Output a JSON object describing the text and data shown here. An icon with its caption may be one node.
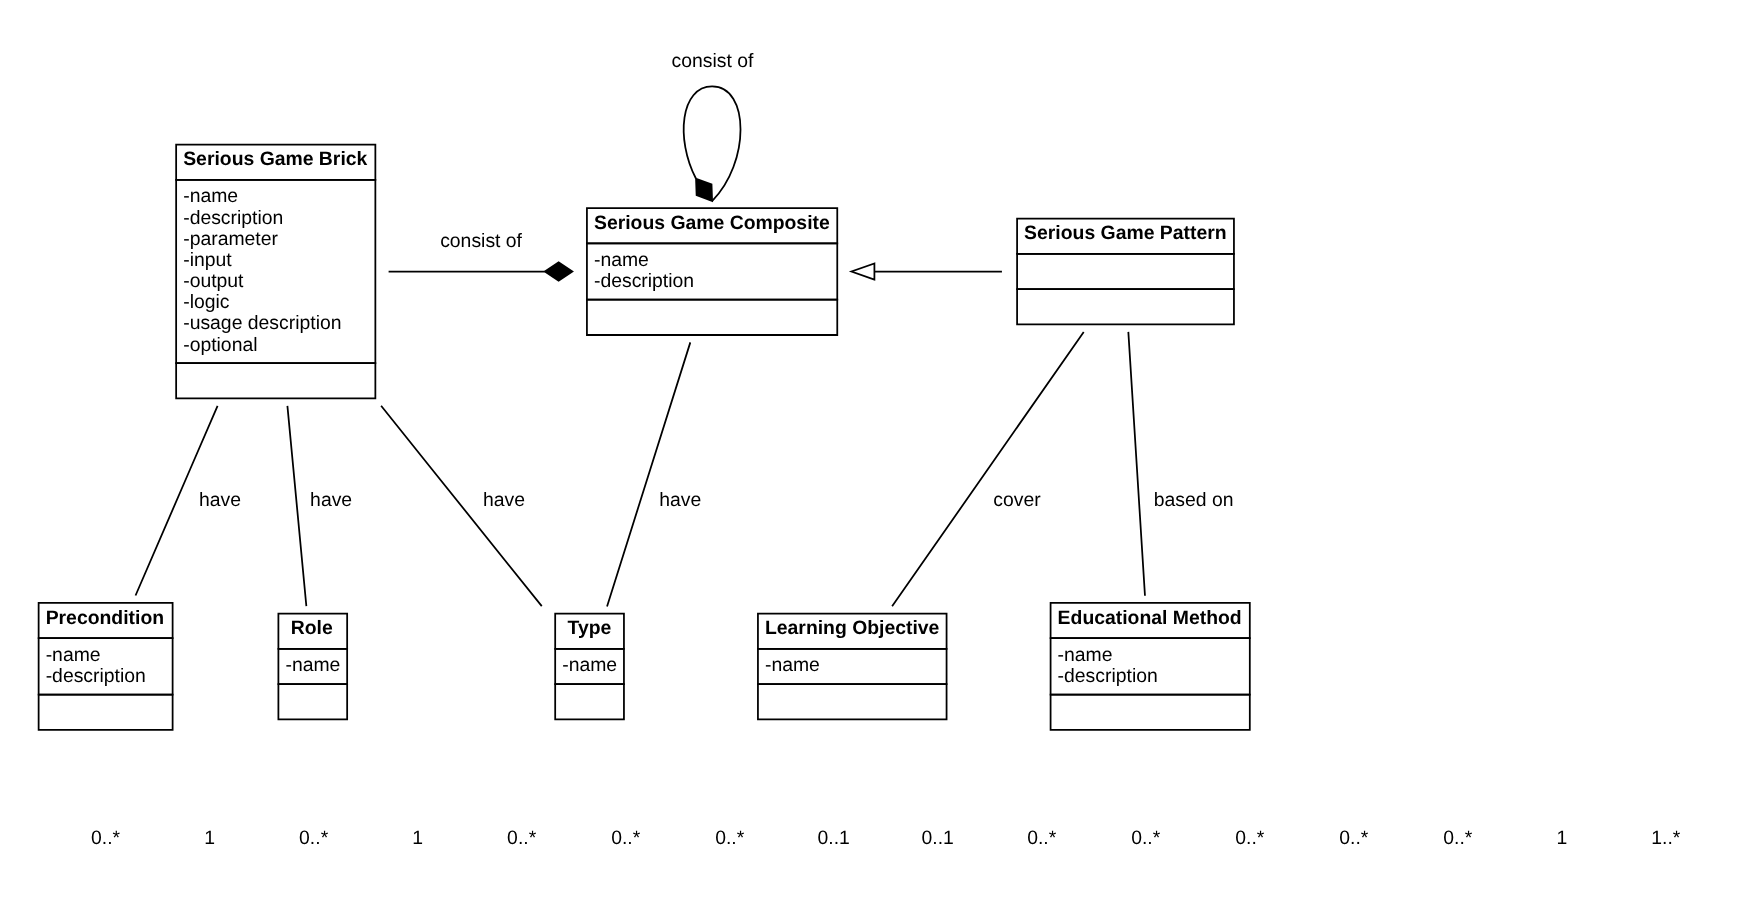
{
  "diagram": {
    "nodes": [
      {
        "text": [
          "Serious Game Brick",
          "-name",
          "-description",
          "-parameter",
          "-input",
          "-output",
          "-logic",
          "-usage description",
          "-optional"
        ]
      },
      {
        "text": [
          "Serious Game Composite",
          "-name",
          "-description"
        ]
      },
      {
        "text": [
          "Serious Game Pattern"
        ]
      },
      {
        "text": [
          "Type",
          "-name"
        ]
      },
      {
        "text": [
          "Precondition",
          "-name",
          "-description"
        ]
      },
      {
        "text": [
          "Role",
          "-name"
        ]
      },
      {
        "text": [
          "Learning Objective",
          "-name"
        ]
      },
      {
        "text": [
          "Educational Method",
          "-name",
          "-description"
        ]
      }
    ],
    "edges": [
      {
        "from": 0,
        "to": 1,
        "arrow": "other",
        "label": "consist of"
      },
      {
        "from": 1,
        "to": 1,
        "arrow": "other",
        "label": "consist of"
      },
      {
        "from": 2,
        "to": 1,
        "arrow": "to"
      },
      {
        "from": 1,
        "to": 3,
        "arrow": "none",
        "label": "have"
      },
      {
        "from": 0,
        "to": 3,
        "arrow": "none",
        "label": "have"
      },
      {
        "from": 0,
        "to": 4,
        "arrow": "none",
        "label": "have"
      },
      {
        "from": 0,
        "to": 5,
        "arrow": "none",
        "label": "have"
      },
      {
        "from": 2,
        "to": 6,
        "arrow": "none",
        "label": "cover"
      },
      {
        "from": 2,
        "to": 7,
        "arrow": "none",
        "label": "based on"
      }
    ],
    "labels": [
      "0..*",
      "1",
      "0..*",
      "1",
      "0..*",
      "0..*",
      "0..*",
      "0..1",
      "0..1",
      "0..*",
      "0..*",
      "0..*",
      "0..*",
      "0..*",
      "1",
      "1..*"
    ]
  }
}
